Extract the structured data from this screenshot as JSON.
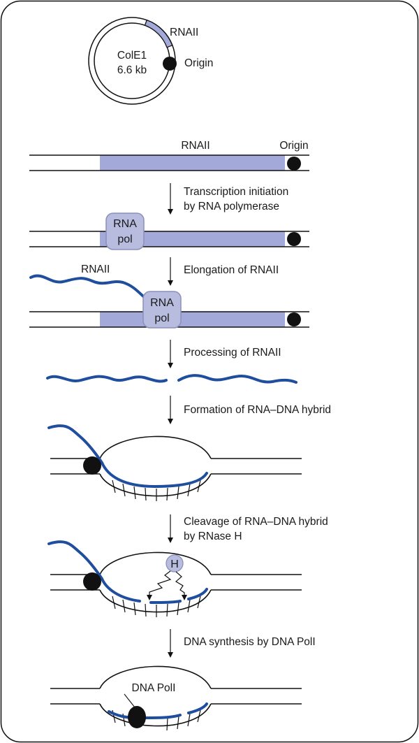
{
  "colors": {
    "frame": "#111111",
    "dna": "#111111",
    "rna": "#1f4e9e",
    "rnaii_region": "#a3a9d8",
    "polymerase_fill": "#b8bde0",
    "polymerase_stroke": "#8c90b8",
    "origin": "#111111",
    "rnase_fill": "#b8bde0"
  },
  "plasmid": {
    "name": "ColE1",
    "size": "6.6 kb",
    "rnaii_label": "RNAII",
    "origin_label": "Origin"
  },
  "map": {
    "rnaii_label": "RNAII",
    "origin_label": "Origin"
  },
  "steps": [
    {
      "line1": "Transcription initiation",
      "line2": "by RNA polymerase"
    },
    {
      "line1": "Elongation of RNAII",
      "line2": ""
    },
    {
      "line1": "Processing of RNAII",
      "line2": ""
    },
    {
      "line1": "Formation of RNA–DNA hybrid",
      "line2": ""
    },
    {
      "line1": "Cleavage of RNA–DNA hybrid",
      "line2": "by RNase H"
    },
    {
      "line1": "DNA synthesis by DNA PolI",
      "line2": ""
    }
  ],
  "polymerase": {
    "line1": "RNA",
    "line2": "pol"
  },
  "rna_label": "RNAII",
  "rnase_h_label": "H",
  "dna_pol_label": "DNA PolI"
}
